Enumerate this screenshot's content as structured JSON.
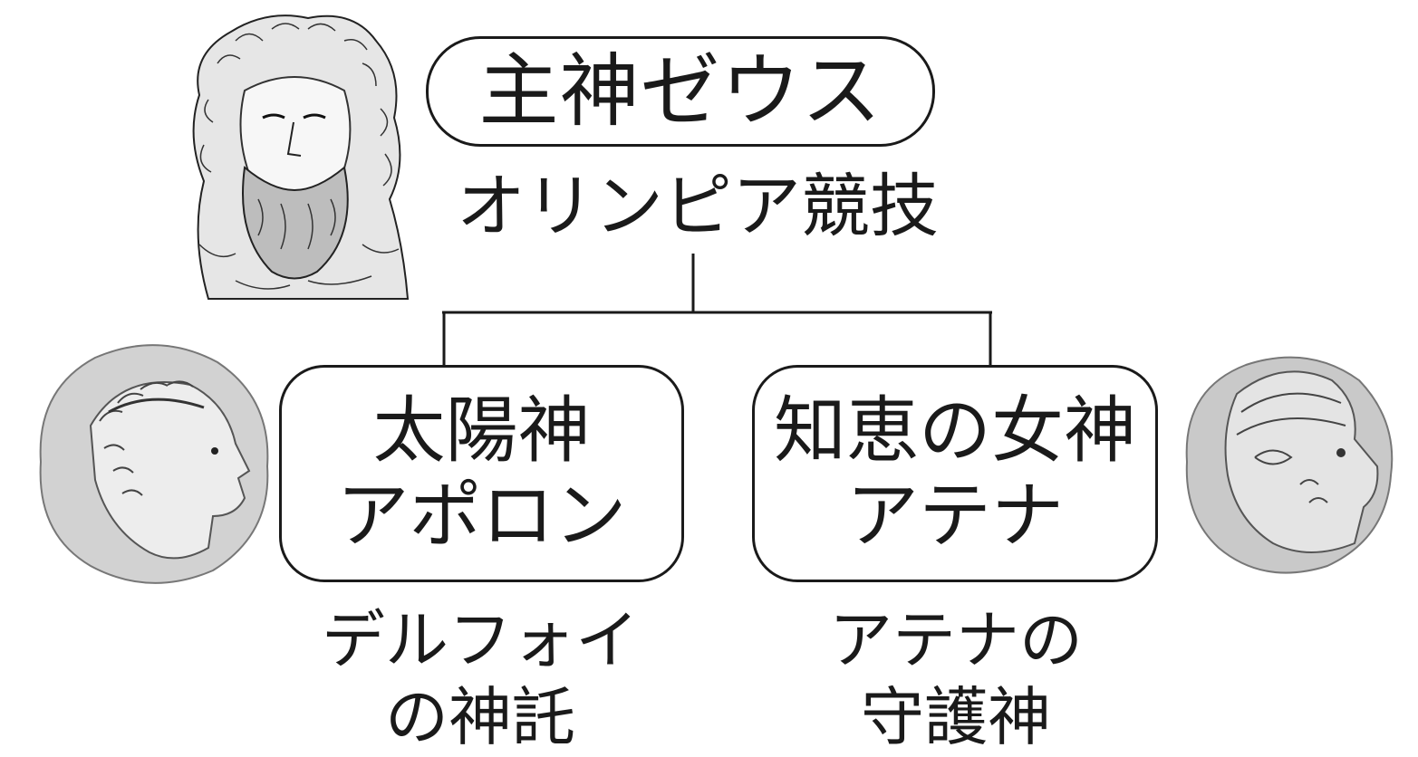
{
  "zeus": {
    "title": "主神ゼウス",
    "caption": "オリンピア競技"
  },
  "apollo": {
    "line1": "太陽神",
    "line2": "アポロン",
    "caption_line1": "デルフォイ",
    "caption_line2": "の神託"
  },
  "athena": {
    "line1": "知恵の女神",
    "line2": "アテナ",
    "caption_line1": "アテナの",
    "caption_line2": "守護神"
  },
  "images": {
    "zeus": "zeus-bust-engraving",
    "apollo": "apollo-laurel-coin",
    "athena": "athena-helmet-coin"
  },
  "colors": {
    "line": "#1a1a1a",
    "background": "#ffffff",
    "coin_silver": "#c8c8c8"
  }
}
